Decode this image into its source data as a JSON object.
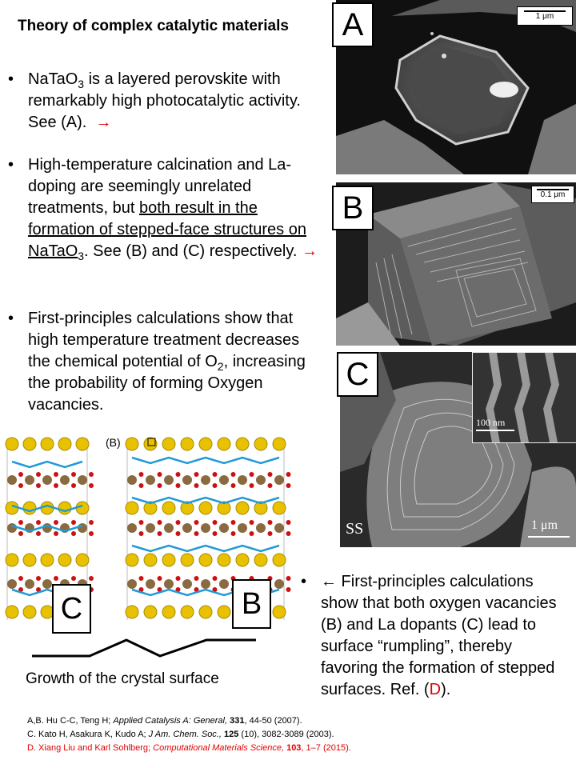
{
  "title": "Theory of complex catalytic materials",
  "bullets": {
    "b1": {
      "p1": "NaTaO",
      "sub1": "3",
      "p2": " is a layered perovskite with remarkably high photocatalytic activity. See (A).",
      "arrow": "→"
    },
    "b2": {
      "p1": "High-temperature calcination and La-doping are seemingly unrelated treatments, but ",
      "u1": "both result in the formation of stepped-face structures on NaTaO",
      "usub": "3",
      "p2": ". See (B) and (C) respectively.",
      "arrow": "→"
    },
    "b3": {
      "p1": "First-principles calculations show that high temperature treatment decreases the chemical potential of O",
      "sub1": "2",
      "p2": ", increasing the probability of forming Oxygen vacancies."
    },
    "b4": {
      "p1": "← First-principles calculations show that both oxygen vacancies (B) and La dopants (C) lead to surface “rumpling”, thereby favoring the formation of stepped surfaces. Ref. (",
      "red": "D",
      "p2": ")."
    }
  },
  "bullet_symbol": "•",
  "images": {
    "A": {
      "label": "A",
      "scale": "1 μm"
    },
    "B": {
      "label": "B",
      "scale": "0.1 μm"
    },
    "C": {
      "label": "C",
      "inset_scale": "100 nm",
      "scale": "1 μm",
      "corner": "SS"
    }
  },
  "structures": {
    "panel_label": "(B)",
    "left_label": "C",
    "right_label": "B"
  },
  "growth_caption": "Growth of the crystal surface",
  "refs": {
    "r1": {
      "a": "A,B. Hu C-C, Teng H; ",
      "j": "Applied Catalysis A: General,",
      "v": " 331",
      "e": ",  44-50 (2007)."
    },
    "r2": {
      "a": "C. Kato H, Asakura K, Kudo A; ",
      "j": "J Am. Chem. Soc.,",
      "v": " 125",
      "e": " (10), 3082-3089  (2003)."
    },
    "r3": {
      "a": "D. Xiang Liu and Karl Sohlberg; ",
      "j": "Computational Materials Science,",
      "v": " 103",
      "e": ", 1–7 (2015)."
    }
  },
  "colors": {
    "accent_red": "#e00000",
    "bond_blue": "#1f9ad6",
    "atom_gold": "#e8c200",
    "atom_red": "#cc1111",
    "atom_brown": "#8a6a40"
  }
}
